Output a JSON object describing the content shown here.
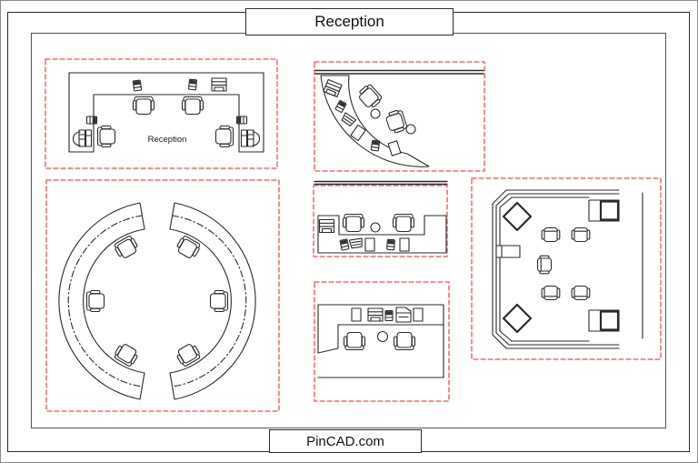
{
  "sheet": {
    "title": "Reception",
    "brand": "PinCAD.com"
  },
  "colors": {
    "line": "#2b2b2b",
    "selection_box": "#ee5350",
    "background": "#ffffff"
  },
  "drawings": [
    {
      "name": "u-shaped-reception-desk",
      "label": "Reception"
    },
    {
      "name": "curved-reception-desk"
    },
    {
      "name": "circular-split-reception-desk"
    },
    {
      "name": "straight-reception-counter"
    },
    {
      "name": "l-shaped-reception-counter"
    },
    {
      "name": "octagonal-lounge-reception"
    }
  ]
}
